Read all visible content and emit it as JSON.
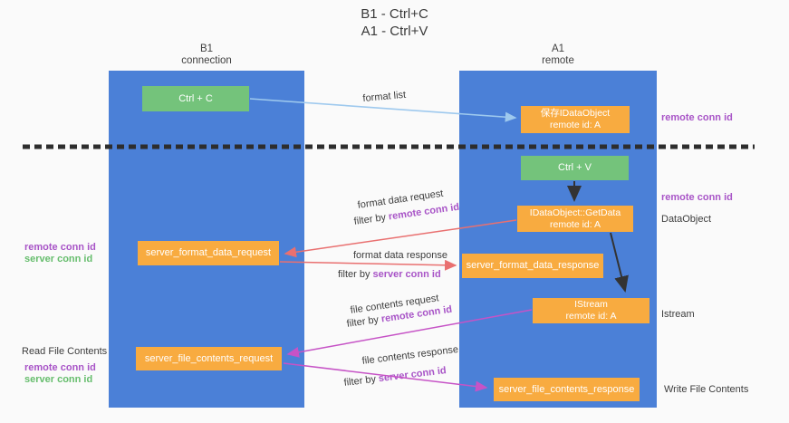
{
  "title": {
    "line1": "B1 - Ctrl+C",
    "line2": "A1 - Ctrl+V"
  },
  "lanes": {
    "left": {
      "name": "B1",
      "role": "connection"
    },
    "right": {
      "name": "A1",
      "role": "remote"
    }
  },
  "boxes": {
    "ctrl_c": {
      "label": "Ctrl + C"
    },
    "save_idataobject": {
      "line1": "保存IDataObject",
      "line2": "remote id: A"
    },
    "ctrl_v": {
      "label": "Ctrl + V"
    },
    "getdata": {
      "line1": "IDataObject::GetData",
      "line2": "remote id: A"
    },
    "format_request": {
      "label": "server_format_data_request"
    },
    "format_response": {
      "label": "server_format_data_response"
    },
    "istream": {
      "line1": "IStream",
      "line2": "remote id: A"
    },
    "file_request": {
      "label": "server_file_contents_request"
    },
    "file_response": {
      "label": "server_file_contents_response"
    }
  },
  "arrow_labels": {
    "format_list": "format list",
    "format_data_request": "format data request",
    "format_data_response": "format data response",
    "file_contents_request": "file contents request",
    "file_contents_response": "file contents response"
  },
  "terms": {
    "filter_by": "filter by",
    "remote_conn_id": "remote conn id",
    "server_conn_id": "server conn id"
  },
  "side_labels": {
    "dataobject": "DataObject",
    "istream": "Istream",
    "read_file_contents": "Read File Contents",
    "write_file_contents": "Write File Contents"
  },
  "colors": {
    "lane_blue": "#4b80d7",
    "box_green": "#74c37b",
    "box_orange": "#f8ab40",
    "arrow_blue": "#9ec9ee",
    "arrow_red": "#e97070",
    "arrow_magenta": "#c653c6",
    "text_purple": "#a854c7",
    "text_green": "#66bd6d"
  }
}
